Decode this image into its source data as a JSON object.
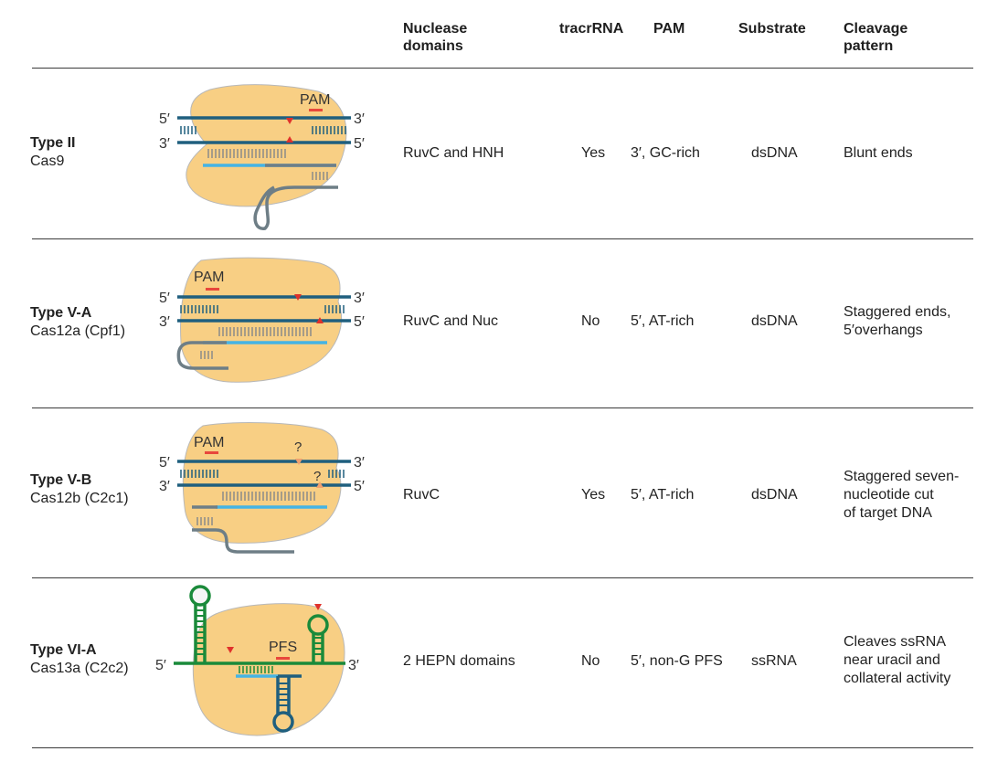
{
  "columns": [
    {
      "key": "domains",
      "line1": "Nuclease",
      "line2": "domains"
    },
    {
      "key": "tracr",
      "line1": "tracrRNA",
      "line2": ""
    },
    {
      "key": "pam",
      "line1": "PAM",
      "line2": ""
    },
    {
      "key": "substrate",
      "line1": "Substrate",
      "line2": ""
    },
    {
      "key": "cleavage",
      "line1": "Cleavage",
      "line2": "pattern"
    }
  ],
  "rows": [
    {
      "type": "Type II",
      "protein": "Cas9",
      "domains": "RuvC and HNH",
      "tracr": "Yes",
      "pam": "3′, GC-rich",
      "substrate": "dsDNA",
      "cleavage": [
        "Blunt ends"
      ],
      "diagram": {
        "motif_label": "PAM",
        "left_top": "5′",
        "left_bottom": "3′",
        "right_top": "3′",
        "right_bottom": "5′"
      }
    },
    {
      "type": "Type V-A",
      "protein": "Cas12a (Cpf1)",
      "domains": "RuvC and Nuc",
      "tracr": "No",
      "pam": "5′, AT-rich",
      "substrate": "dsDNA",
      "cleavage": [
        "Staggered ends,",
        "5′overhangs"
      ],
      "diagram": {
        "motif_label": "PAM",
        "left_top": "5′",
        "left_bottom": "3′",
        "right_top": "3′",
        "right_bottom": "5′"
      }
    },
    {
      "type": "Type V-B",
      "protein": "Cas12b (C2c1)",
      "domains": "RuvC",
      "tracr": "Yes",
      "pam": "5′, AT-rich",
      "substrate": "dsDNA",
      "cleavage": [
        "Staggered seven-",
        "nucleotide cut",
        "of target DNA"
      ],
      "diagram": {
        "motif_label": "PAM",
        "left_top": "5′",
        "left_bottom": "3′",
        "right_top": "3′",
        "right_bottom": "5′",
        "unknown_mark": "?"
      }
    },
    {
      "type": "Type VI-A",
      "protein": "Cas13a (C2c2)",
      "domains": "2 HEPN domains",
      "tracr": "No",
      "pam": "5′, non-G PFS",
      "substrate": "ssRNA",
      "cleavage": [
        "Cleaves ssRNA",
        "near uracil and",
        "collateral activity"
      ],
      "diagram": {
        "motif_label": "PFS",
        "left_top": "5′",
        "right_top": "3′"
      }
    }
  ],
  "colors": {
    "protein": "#f8cf84",
    "protein_edge": "#b8b8b8",
    "dna": "#1f5f7e",
    "guide": "#45b4e4",
    "rna_tail": "#6e7e86",
    "crrna": "#1a8a3a",
    "cut": "#e0312b",
    "pam": "#e8473c",
    "rule": "#3a3a3a"
  }
}
